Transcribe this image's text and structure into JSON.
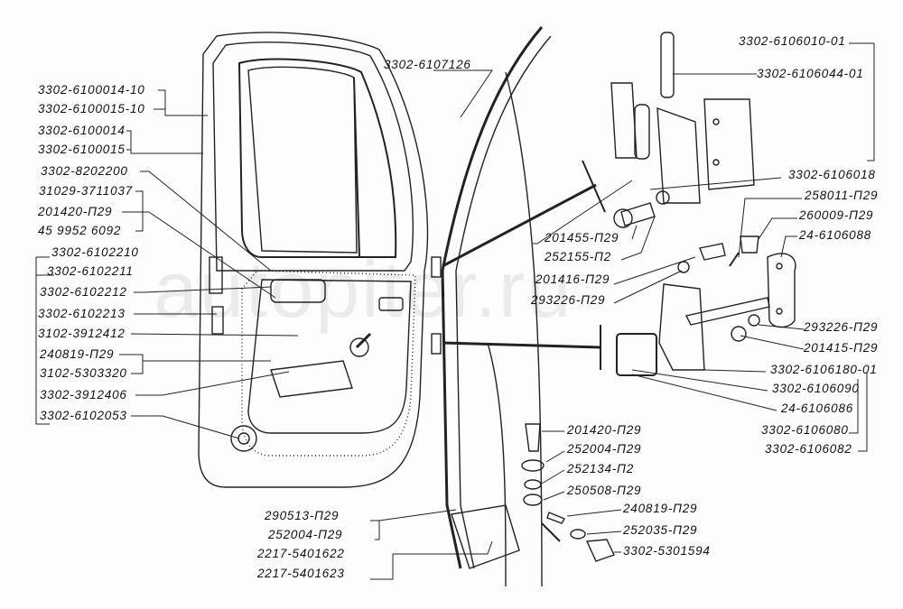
{
  "watermark": "autopiter.ru",
  "labels_left": [
    "3302-6100014-10",
    "3302-6100015-10",
    "3302-6100014",
    "3302-6100015",
    "3302-8202200",
    "31029-3711037",
    "201420-П29",
    "45 9952 6092",
    "3302-6102210",
    "3302-6102211",
    "3302-6102212",
    "3302-6102213",
    "3102-3912412",
    "240819-П29",
    "3102-5303320",
    "3302-3912406",
    "3302-6102053"
  ],
  "label_seal": "3302-6107126",
  "labels_bottom_left": [
    "290513-П29",
    "252004-П29",
    "2217-5401622",
    "2217-5401623"
  ],
  "labels_hinge": [
    "3302-6106010-01",
    "3302-6106044-01",
    "3302-6106018",
    "258011-П29",
    "260009-П29",
    "24-6106088",
    "201455-П29",
    "252155-П2",
    "201416-П29",
    "293226-П29"
  ],
  "labels_check": [
    "293226-П29",
    "201415-П29",
    "3302-6106180-01",
    "3302-6106090",
    "24-6106086",
    "3302-6106080",
    "3302-6106082"
  ],
  "labels_striker": [
    "201420-П29",
    "252004-П29",
    "252134-П2",
    "250508-П29",
    "240819-П29",
    "252035-П29",
    "3302-5301594"
  ]
}
